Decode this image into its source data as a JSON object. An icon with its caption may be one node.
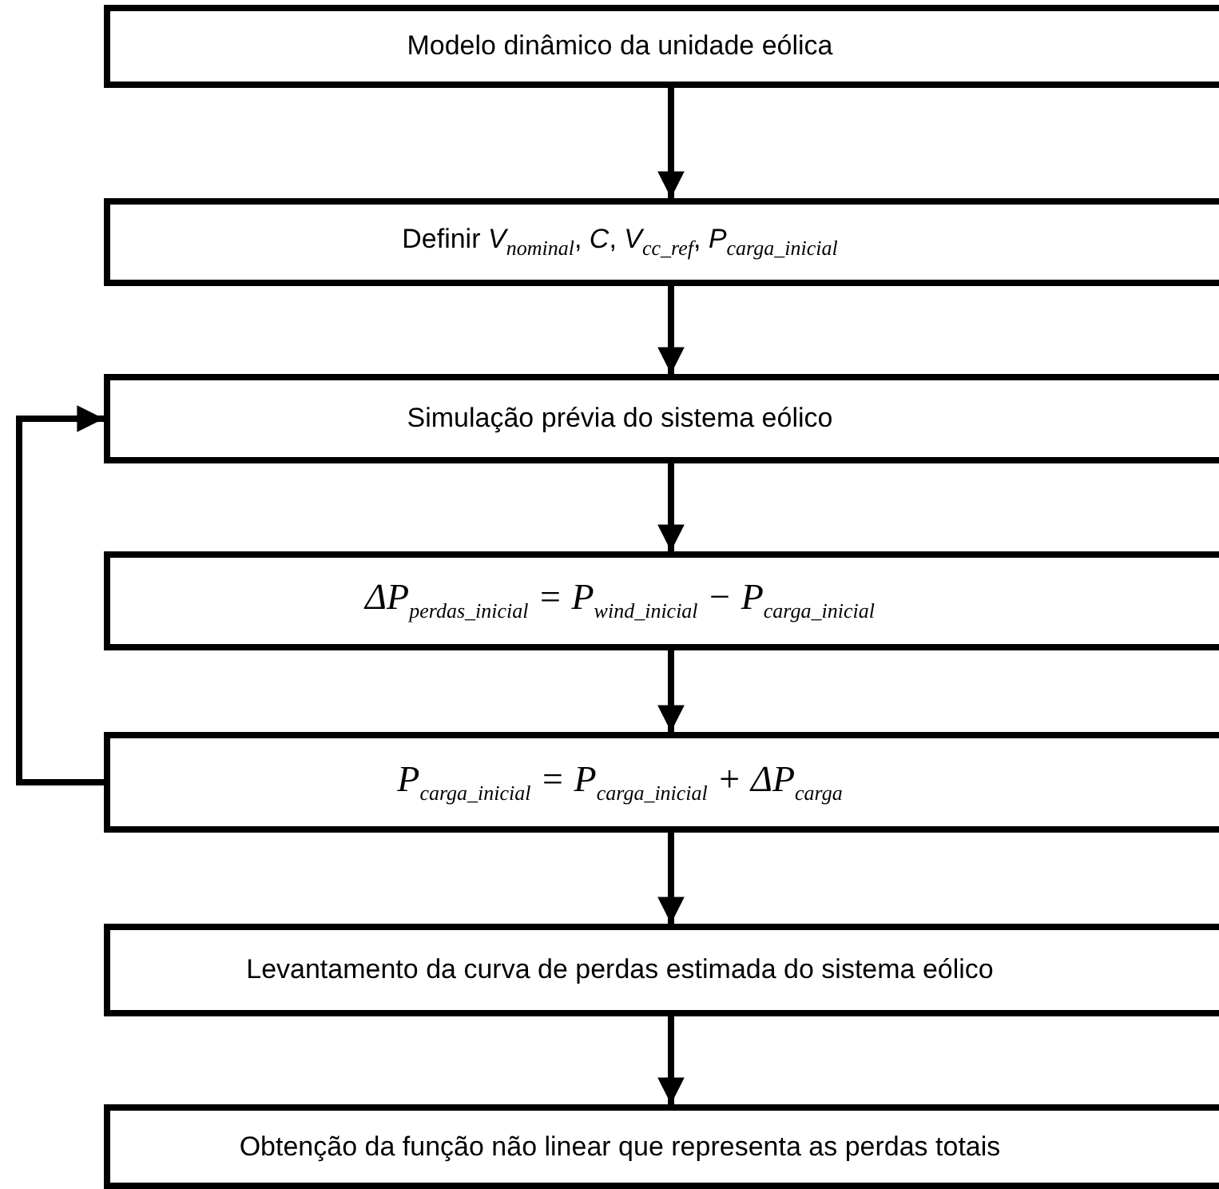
{
  "diagram": {
    "nodes": [
      {
        "text": [
          "Modelo dinâmico da unidade eólica"
        ]
      },
      {
        "text": [
          "Definir *V*$_{nominal}$, *C*, *V*$_{cc_ref}$, *P*$_{carga_inicial}$"
        ]
      },
      {
        "text": [
          "Simulação prévia do sistema eólico"
        ]
      },
      {
        "text": [
          "ΔP$_{perdas_inicial}$ = P$_{wind_inicial}$ − P$_{carga_inicial}$"
        ]
      },
      {
        "text": [
          "P$_{carga_inicial}$ = P$_{carga_inicial}$ + ΔP$_{carga}$"
        ]
      },
      {
        "text": [
          "Levantamento da curva de perdas estimada do sistema eólico"
        ]
      },
      {
        "text": [
          "Obtenção da função não linear que representa as perdas totais"
        ]
      }
    ],
    "edges": [
      {
        "from": 0,
        "to": 1,
        "arrow": "to"
      },
      {
        "from": 1,
        "to": 2,
        "arrow": "to"
      },
      {
        "from": 2,
        "to": 3,
        "arrow": "to"
      },
      {
        "from": 3,
        "to": 4,
        "arrow": "to"
      },
      {
        "from": 4,
        "to": 2,
        "arrow": "to"
      },
      {
        "from": 4,
        "to": 5,
        "arrow": "to"
      },
      {
        "from": 5,
        "to": 6,
        "arrow": "to"
      }
    ]
  }
}
